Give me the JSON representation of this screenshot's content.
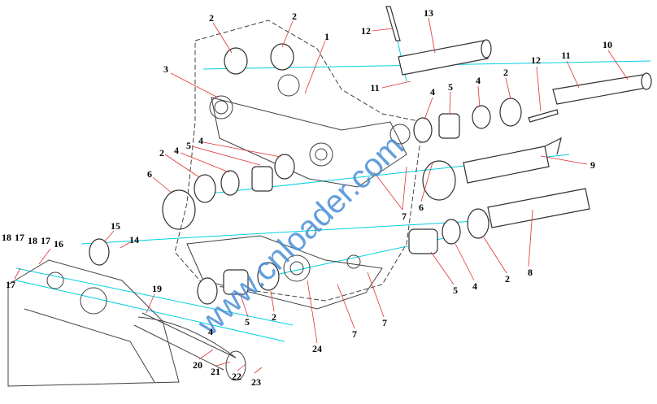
{
  "watermark": "www.cnloader.com",
  "callouts": [
    "2",
    "2",
    "1",
    "3",
    "12",
    "13",
    "10",
    "11",
    "12",
    "11",
    "4",
    "5",
    "4",
    "2",
    "4",
    "5",
    "4",
    "2",
    "6",
    "9",
    "6",
    "7",
    "15",
    "14",
    "18",
    "17",
    "18",
    "17",
    "16",
    "17",
    "19",
    "4",
    "5",
    "2",
    "5",
    "4",
    "2",
    "8",
    "7",
    "7",
    "24",
    "20",
    "21",
    "22",
    "23"
  ],
  "colors": {
    "leader": "#e03030",
    "axis": "#00d0e0",
    "outline": "#404040",
    "watermark": "#4a8fd6"
  }
}
